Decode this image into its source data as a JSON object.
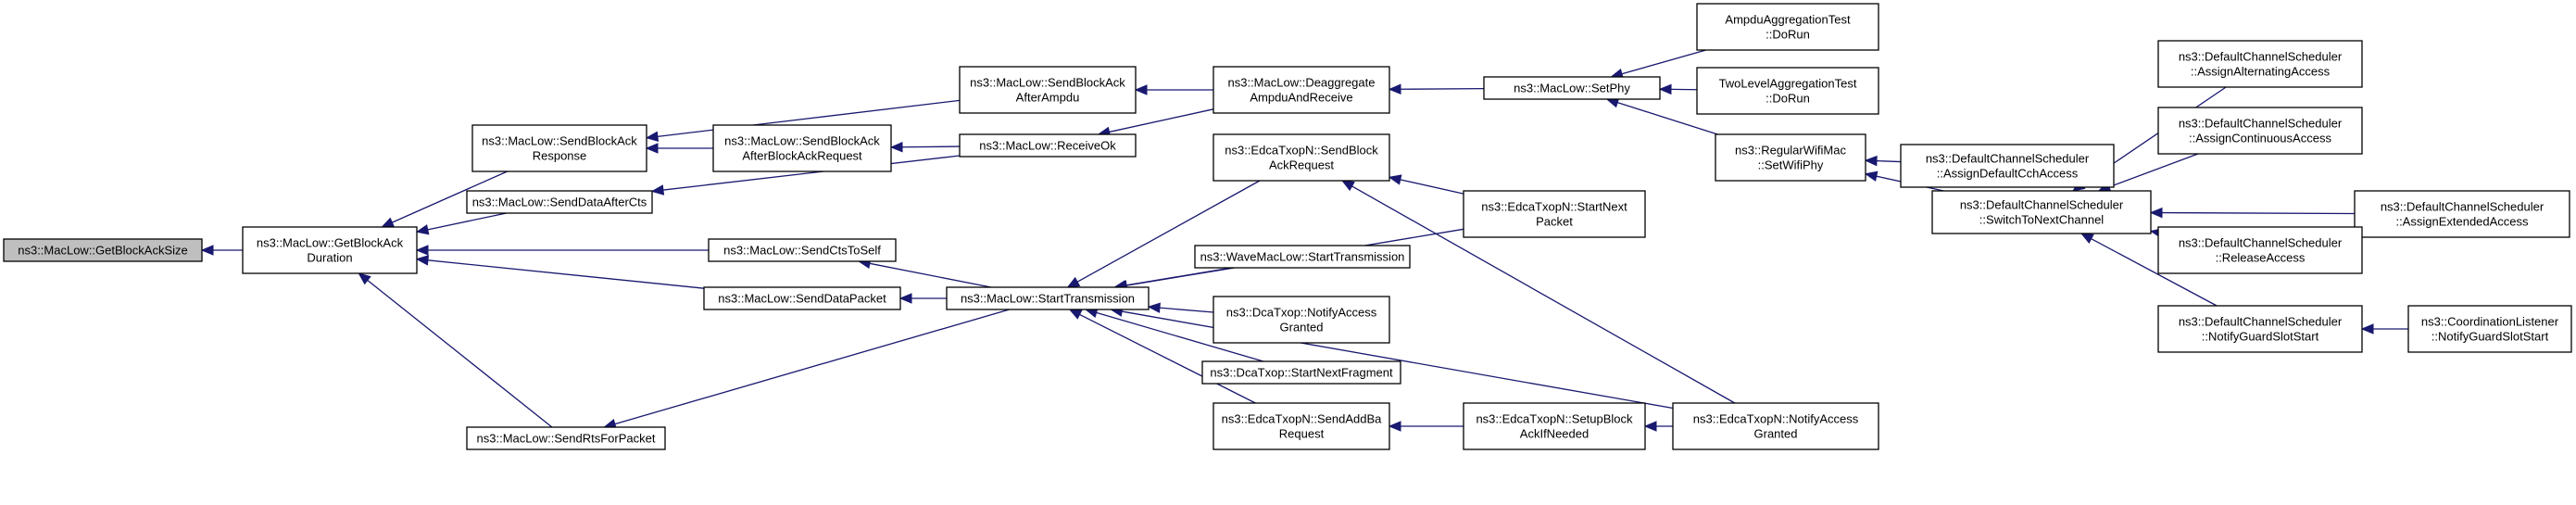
{
  "nodes": [
    {
      "id": "root",
      "lines": [
        "ns3::MacLow::GetBlockAckSize"
      ]
    },
    {
      "id": "getbad",
      "lines": [
        "ns3::MacLow::GetBlockAck",
        "Duration"
      ]
    },
    {
      "id": "sbar",
      "lines": [
        "ns3::MacLow::SendBlockAck",
        "Response"
      ]
    },
    {
      "id": "sdac",
      "lines": [
        "ns3::MacLow::SendDataAfterCts"
      ]
    },
    {
      "id": "scts",
      "lines": [
        "ns3::MacLow::SendCtsToSelf"
      ]
    },
    {
      "id": "sdp",
      "lines": [
        "ns3::MacLow::SendDataPacket"
      ]
    },
    {
      "id": "srfp",
      "lines": [
        "ns3::MacLow::SendRtsForPacket"
      ]
    },
    {
      "id": "sbaaa",
      "lines": [
        "ns3::MacLow::SendBlockAck",
        "AfterAmpdu"
      ]
    },
    {
      "id": "sbaabr",
      "lines": [
        "ns3::MacLow::SendBlockAck",
        "AfterBlockAckRequest"
      ]
    },
    {
      "id": "recok",
      "lines": [
        "ns3::MacLow::ReceiveOk"
      ]
    },
    {
      "id": "st",
      "lines": [
        "ns3::MacLow::StartTransmission"
      ]
    },
    {
      "id": "dar",
      "lines": [
        "ns3::MacLow::Deaggregate",
        "AmpduAndReceive"
      ]
    },
    {
      "id": "setphy",
      "lines": [
        "ns3::MacLow::SetPhy"
      ]
    },
    {
      "id": "ampdutest",
      "lines": [
        "AmpduAggregationTest",
        "::DoRun"
      ]
    },
    {
      "id": "twolevel",
      "lines": [
        "TwoLevelAggregationTest",
        "::DoRun"
      ]
    },
    {
      "id": "rwm",
      "lines": [
        "ns3::RegularWifiMac",
        "::SetWifiPhy"
      ]
    },
    {
      "id": "esbar",
      "lines": [
        "ns3::EdcaTxopN::SendBlock",
        "AckRequest"
      ]
    },
    {
      "id": "esnp",
      "lines": [
        "ns3::EdcaTxopN::StartNext",
        "Packet"
      ]
    },
    {
      "id": "wmst",
      "lines": [
        "ns3::WaveMacLow::StartTransmission"
      ]
    },
    {
      "id": "dnag",
      "lines": [
        "ns3::DcaTxop::NotifyAccess",
        "Granted"
      ]
    },
    {
      "id": "dsnf",
      "lines": [
        "ns3::DcaTxop::StartNextFragment"
      ]
    },
    {
      "id": "esaba",
      "lines": [
        "ns3::EdcaTxopN::SendAddBa",
        "Request"
      ]
    },
    {
      "id": "esbain",
      "lines": [
        "ns3::EdcaTxopN::SetupBlock",
        "AckIfNeeded"
      ]
    },
    {
      "id": "enag",
      "lines": [
        "ns3::EdcaTxopN::NotifyAccess",
        "Granted"
      ]
    },
    {
      "id": "dcsadcca",
      "lines": [
        "ns3::DefaultChannelScheduler",
        "::AssignDefaultCchAccess"
      ]
    },
    {
      "id": "dcsstnc",
      "lines": [
        "ns3::DefaultChannelScheduler",
        "::SwitchToNextChannel"
      ]
    },
    {
      "id": "dcsaaa",
      "lines": [
        "ns3::DefaultChannelScheduler",
        "::AssignAlternatingAccess"
      ]
    },
    {
      "id": "dcsaca",
      "lines": [
        "ns3::DefaultChannelScheduler",
        "::AssignContinuousAccess"
      ]
    },
    {
      "id": "dcsaea",
      "lines": [
        "ns3::DefaultChannelScheduler",
        "::AssignExtendedAccess"
      ]
    },
    {
      "id": "dcsra",
      "lines": [
        "ns3::DefaultChannelScheduler",
        "::ReleaseAccess"
      ]
    },
    {
      "id": "dcsngss",
      "lines": [
        "ns3::DefaultChannelScheduler",
        "::NotifyGuardSlotStart"
      ]
    },
    {
      "id": "clngss",
      "lines": [
        "ns3::CoordinationListener",
        "::NotifyGuardSlotStart"
      ]
    }
  ],
  "edges": [
    {
      "from": "getbad",
      "to": "root"
    },
    {
      "from": "sbar",
      "to": "getbad"
    },
    {
      "from": "sdac",
      "to": "getbad"
    },
    {
      "from": "scts",
      "to": "getbad"
    },
    {
      "from": "sdp",
      "to": "getbad"
    },
    {
      "from": "srfp",
      "to": "getbad"
    },
    {
      "from": "sbaaa",
      "to": "sbar"
    },
    {
      "from": "sbaabr",
      "to": "sbar"
    },
    {
      "from": "recok",
      "to": "sdac"
    },
    {
      "from": "st",
      "to": "scts"
    },
    {
      "from": "st",
      "to": "sdp"
    },
    {
      "from": "st",
      "to": "srfp"
    },
    {
      "from": "dar",
      "to": "sbaaa"
    },
    {
      "from": "recok",
      "to": "sbaabr"
    },
    {
      "from": "dar",
      "to": "recok"
    },
    {
      "from": "setphy",
      "to": "dar"
    },
    {
      "from": "ampdutest",
      "to": "setphy"
    },
    {
      "from": "twolevel",
      "to": "setphy"
    },
    {
      "from": "rwm",
      "to": "setphy"
    },
    {
      "from": "esbar",
      "to": "st"
    },
    {
      "from": "esnp",
      "to": "st"
    },
    {
      "from": "wmst",
      "to": "st"
    },
    {
      "from": "dnag",
      "to": "st"
    },
    {
      "from": "dsnf",
      "to": "st"
    },
    {
      "from": "esaba",
      "to": "st"
    },
    {
      "from": "enag",
      "to": "st"
    },
    {
      "from": "esnp",
      "to": "esbar"
    },
    {
      "from": "enag",
      "to": "esbar"
    },
    {
      "from": "esbain",
      "to": "esaba"
    },
    {
      "from": "enag",
      "to": "esbain"
    },
    {
      "from": "dcsadcca",
      "to": "rwm"
    },
    {
      "from": "dcsstnc",
      "to": "rwm"
    },
    {
      "from": "dcsaaa",
      "to": "dcsstnc"
    },
    {
      "from": "dcsaca",
      "to": "dcsstnc"
    },
    {
      "from": "dcsaea",
      "to": "dcsstnc"
    },
    {
      "from": "dcsra",
      "to": "dcsstnc"
    },
    {
      "from": "dcsngss",
      "to": "dcsstnc"
    },
    {
      "from": "dcsaea",
      "to": "dcsra"
    },
    {
      "from": "clngss",
      "to": "dcsngss"
    }
  ],
  "colors": {
    "edge": "#191970",
    "node_border": "#000000",
    "node_fill": "#ffffff",
    "root_fill": "#bfbfbf"
  }
}
